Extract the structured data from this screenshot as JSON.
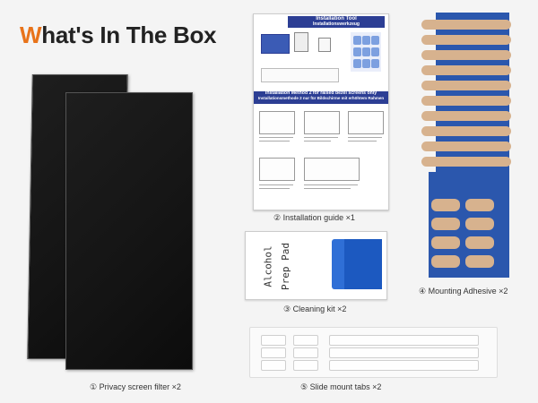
{
  "heading": {
    "first_letter": "W",
    "rest": "hat's In The Box"
  },
  "captions": {
    "screen": "① Privacy screen filter ×2",
    "guide": "② Installation guide ×1",
    "cleaning": "③ Cleaning kit ×2",
    "adhesive": "④ Mounting Adhesive ×2",
    "tabs": "⑤ Slide mount tabs   ×2"
  },
  "guide": {
    "title": "Installation Tool",
    "subtitle": "Installationswerkzeug",
    "method_title": "Installation Method 2 for raised bezel screens only",
    "method_subtitle": "Installationsmethode 2 nur für Bildschirme mit erhöhtem Rahmen"
  },
  "prep_pad": {
    "line1": "Alcohol",
    "line2": "Prep Pad"
  },
  "colors": {
    "accent": "#e8731a",
    "guide_blue": "#2c3e94",
    "adhesive_blue": "#2b57ad",
    "pad_blue": "#2f6fd6",
    "tab_tan": "#d7b28e"
  }
}
